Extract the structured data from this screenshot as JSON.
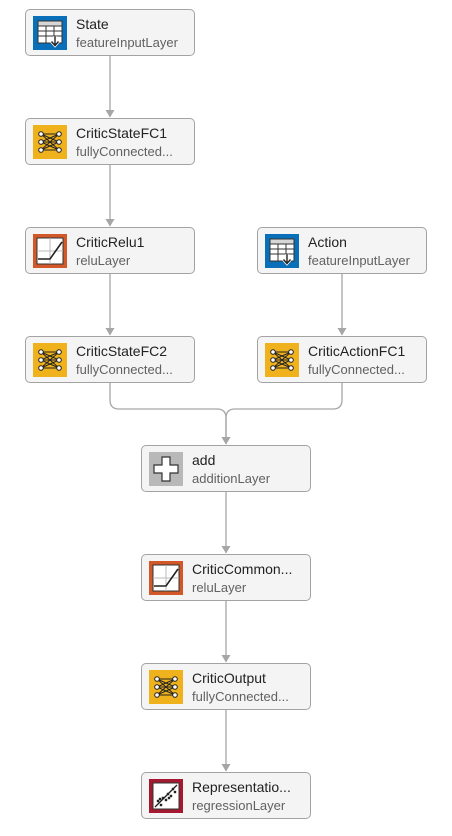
{
  "layers": [
    {
      "name": "State",
      "type": "featureInputLayer",
      "icon": "feature-input-icon",
      "color": "#0a6fb9"
    },
    {
      "name": "CriticStateFC1",
      "type": "fullyConnected...",
      "icon": "fully-connected-icon",
      "color": "#efb21d"
    },
    {
      "name": "CriticRelu1",
      "type": "reluLayer",
      "icon": "relu-icon",
      "color": "#d2582a"
    },
    {
      "name": "Action",
      "type": "featureInputLayer",
      "icon": "feature-input-icon",
      "color": "#0a6fb9"
    },
    {
      "name": "CriticStateFC2",
      "type": "fullyConnected...",
      "icon": "fully-connected-icon",
      "color": "#efb21d"
    },
    {
      "name": "CriticActionFC1",
      "type": "fullyConnected...",
      "icon": "fully-connected-icon",
      "color": "#efb21d"
    },
    {
      "name": "add",
      "type": "additionLayer",
      "icon": "addition-icon",
      "color": "#b8b8b8"
    },
    {
      "name": "CriticCommon...",
      "type": "reluLayer",
      "icon": "relu-icon",
      "color": "#d2582a"
    },
    {
      "name": "CriticOutput",
      "type": "fullyConnected...",
      "icon": "fully-connected-icon",
      "color": "#efb21d"
    },
    {
      "name": "Representatio...",
      "type": "regressionLayer",
      "icon": "regression-icon",
      "color": "#a3192f"
    }
  ],
  "connections": [
    [
      "State",
      "CriticStateFC1"
    ],
    [
      "CriticStateFC1",
      "CriticRelu1"
    ],
    [
      "CriticRelu1",
      "CriticStateFC2"
    ],
    [
      "Action",
      "CriticActionFC1"
    ],
    [
      "CriticStateFC2",
      "add"
    ],
    [
      "CriticActionFC1",
      "add"
    ],
    [
      "add",
      "CriticCommon..."
    ],
    [
      "CriticCommon...",
      "CriticOutput"
    ],
    [
      "CriticOutput",
      "Representatio..."
    ]
  ],
  "colors": {
    "edge": "#a6a6a6",
    "node_bg": "#f4f4f4",
    "node_border": "#a3a3a3"
  }
}
